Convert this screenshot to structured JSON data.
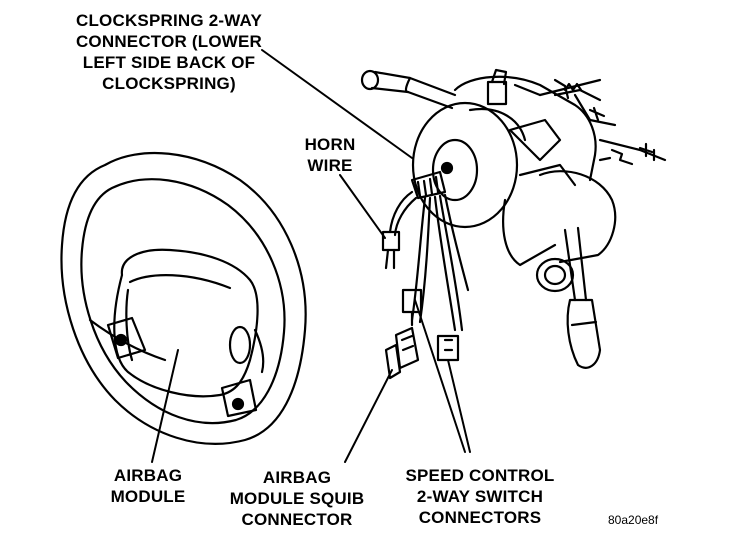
{
  "labels": {
    "clockspring": [
      "CLOCKSPRING 2-WAY",
      "CONNECTOR (LOWER",
      "LEFT SIDE BACK OF",
      "CLOCKSPRING)"
    ],
    "horn": [
      "HORN",
      "WIRE"
    ],
    "airbag_module": [
      "AIRBAG",
      "MODULE"
    ],
    "squib": [
      "AIRBAG",
      "MODULE SQUIB",
      "CONNECTOR"
    ],
    "speed_control": [
      "SPEED CONTROL",
      "2-WAY SWITCH",
      "CONNECTORS"
    ]
  },
  "figure_code": "80a20e8f"
}
